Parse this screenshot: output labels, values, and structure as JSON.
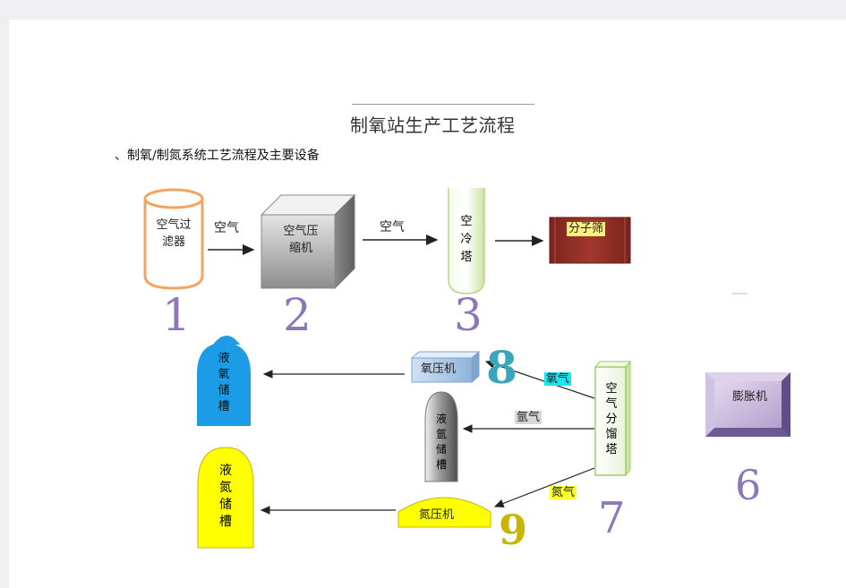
{
  "document": {
    "title": "制氧站生产工艺流程",
    "subtitle": "、制氧/制氮系统工艺流程及主要设备"
  },
  "diagram": {
    "equipment": {
      "air_filter": "空气过滤器",
      "air_compressor": "空气压缩机",
      "air_cooling_tower": "空冷塔",
      "molecular_sieve": "分子筛",
      "expander": "膨胀机",
      "fractionation_tower": "空气分馏塔",
      "oxygen_compressor": "氧压机",
      "nitrogen_compressor": "氮压机",
      "liquid_oxygen_tank": "液氧储槽",
      "liquid_argon_tank": "液氩储槽",
      "liquid_nitrogen_tank": "液氮储槽"
    },
    "flows": {
      "air_1": "空气",
      "air_2": "空气",
      "oxygen": "氧气",
      "argon": "氩气",
      "nitrogen": "氮气"
    },
    "numbers": {
      "n1": "1",
      "n2": "2",
      "n3": "3",
      "n6": "6",
      "n7": "7",
      "n8": "8",
      "n9": "9"
    },
    "colors": {
      "filter_outline": "#f4a460",
      "cooling_tower": "#e6f2d0",
      "sieve": "#8b2e26",
      "sieve_label": "#fff27a",
      "oxygen_tank": "#1c9be6",
      "argon_tank": "#858585",
      "nitrogen_tank": "#ffff00",
      "expander": "#b8a8d0",
      "number_color": "#8c78b8",
      "teal_number": "#3aa6b8"
    }
  }
}
